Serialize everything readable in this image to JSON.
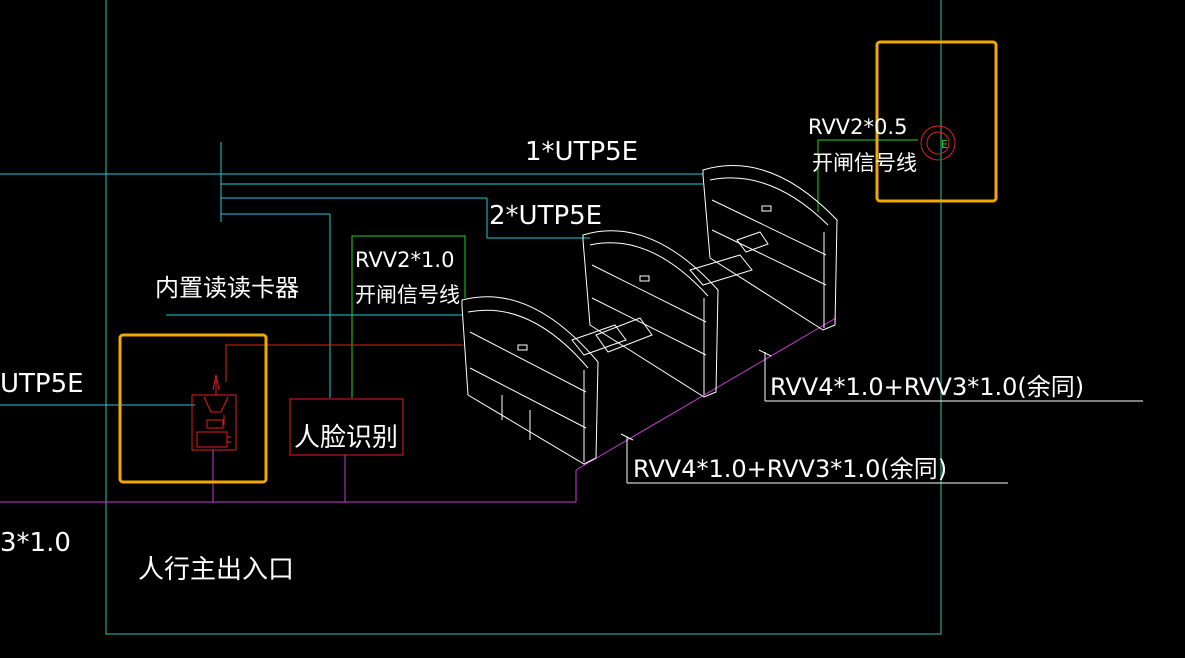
{
  "labels": {
    "utp1": "1*UTP5E",
    "utp2": "2*UTP5E",
    "rvv_signal_left": "RVV2*1.0",
    "signal_left": "开闸信号线",
    "rvv_signal_right": "RVV2*0.5",
    "signal_right": "开闸信号线",
    "reader": "内置读读卡器",
    "utp_left_partial": "UTP5E",
    "face": "人脸识别",
    "rvv_power_upper": "RVV4*1.0+RVV3*1.0(余同)",
    "rvv_power_lower": "RVV4*1.0+RVV3*1.0(余同)",
    "rvv_partial": "3*1.0",
    "entrance": "人行主出入口",
    "button_mark": "E"
  },
  "colors": {
    "background": "#000000",
    "frame": "#2fbfa8",
    "cyan_line": "#23c8d8",
    "green_line": "#1fd61f",
    "magenta_line": "#c43bd2",
    "red_device": "#e01e1e",
    "orange_box": "#f2a800",
    "text": "#ffffff"
  },
  "icons": [
    "turnstile-gate-icon",
    "card-reader-icon",
    "exit-button-icon"
  ]
}
